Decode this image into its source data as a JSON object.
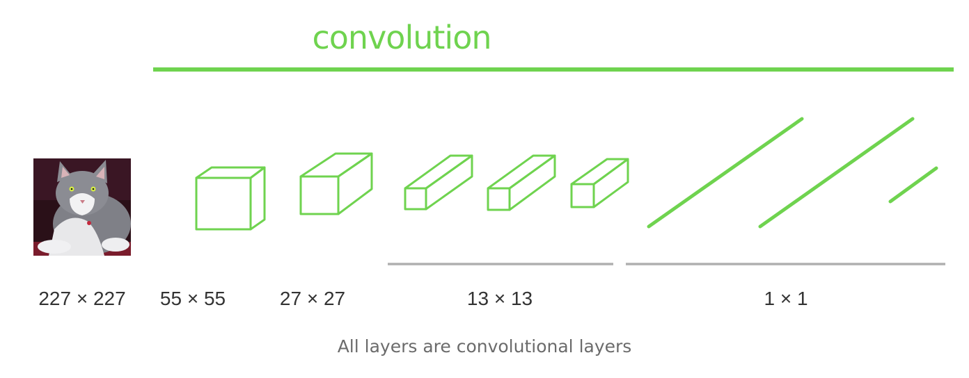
{
  "title": "convolution",
  "caption": "All layers are convolutional layers",
  "input_image": {
    "icon": "cat-photo-icon",
    "label": "227 × 227"
  },
  "layer_labels": {
    "l1": "55 × 55",
    "l2": "27 × 27",
    "l3": "13 × 13",
    "l4": "1 × 1"
  },
  "colors": {
    "accent_green": "#6fd34f",
    "bracket_gray": "#b0b0b0",
    "label_text": "#333333",
    "caption_text": "#6b6b6b"
  }
}
